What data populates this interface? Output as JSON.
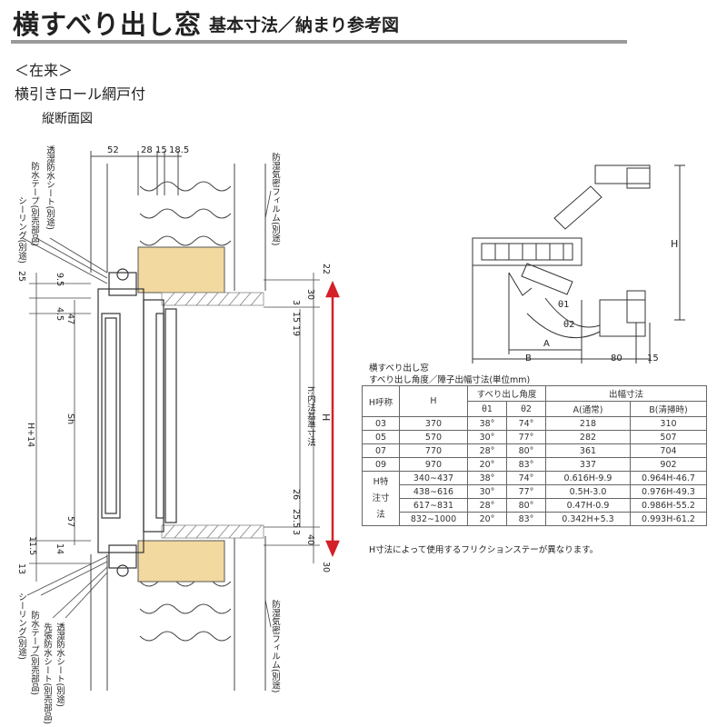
{
  "header": {
    "title": "横すべり出し窓",
    "subtitle": "基本寸法／納まり参考図"
  },
  "section": {
    "type_label": "＜在来＞",
    "option_label": "横引きロール網戸付",
    "view_label": "縦断面図"
  },
  "left_dims": {
    "top_row": [
      "52",
      "28",
      "15",
      "18.5"
    ],
    "left_col": [
      "25",
      "9.5",
      "4.5",
      "47",
      "H+14",
      "Sh",
      "57",
      "11.5",
      "14",
      "13"
    ],
    "right_col": [
      "22",
      "30",
      "3",
      "15",
      "19",
      "26",
      "25.5",
      "3",
      "40",
      "30"
    ],
    "h_label": "H",
    "h_inner_label": "h:内法基準寸法"
  },
  "callouts": {
    "top": [
      "シーリング(別途)",
      "防水テープ(別売部品)",
      "透湿防水シート(別途)"
    ],
    "bottom": [
      "シーリング(別途)",
      "防水テープ(別売部品)",
      "先張防水シート(別売部品)",
      "透湿防水シート(別途)"
    ],
    "film_top": "防湿気密フィルム(別途)",
    "film_bottom": "防湿気密フィルム(別途)"
  },
  "right_diagram": {
    "labels": [
      "H",
      "θ1",
      "θ2",
      "A",
      "B",
      "80",
      "15"
    ]
  },
  "table": {
    "caption1": "横すべり出し窓",
    "caption2": "すべり出し角度／障子出幅寸法(単位mm)",
    "col_hyoshou": "H呼称",
    "col_h": "H",
    "col_angle": "すべり出し角度",
    "col_theta1": "θ1",
    "col_theta2": "θ2",
    "col_width": "出幅寸法",
    "col_a": "A(通常)",
    "col_b": "B(清掃時)",
    "group_label": "H特注寸法",
    "rows": [
      [
        "03",
        "370",
        "38°",
        "74°",
        "218",
        "310"
      ],
      [
        "05",
        "570",
        "30°",
        "77°",
        "282",
        "507"
      ],
      [
        "07",
        "770",
        "28°",
        "80°",
        "361",
        "704"
      ],
      [
        "09",
        "970",
        "20°",
        "83°",
        "337",
        "902"
      ]
    ],
    "special_rows": [
      [
        "340∼437",
        "38°",
        "74°",
        "0.616H-9.9",
        "0.964H-46.7"
      ],
      [
        "438∼616",
        "30°",
        "77°",
        "0.5H-3.0",
        "0.976H-49.3"
      ],
      [
        "617∼831",
        "28°",
        "80°",
        "0.47H-0.9",
        "0.986H-55.2"
      ],
      [
        "832∼1000",
        "20°",
        "83°",
        "0.342H+5.3",
        "0.993H-61.2"
      ]
    ],
    "note": "H寸法によって使用するフリクションステーが異なります。"
  },
  "colors": {
    "insulation": "#f2d9a0",
    "arrow": "#d42027",
    "rule": "#9a9a9a"
  }
}
